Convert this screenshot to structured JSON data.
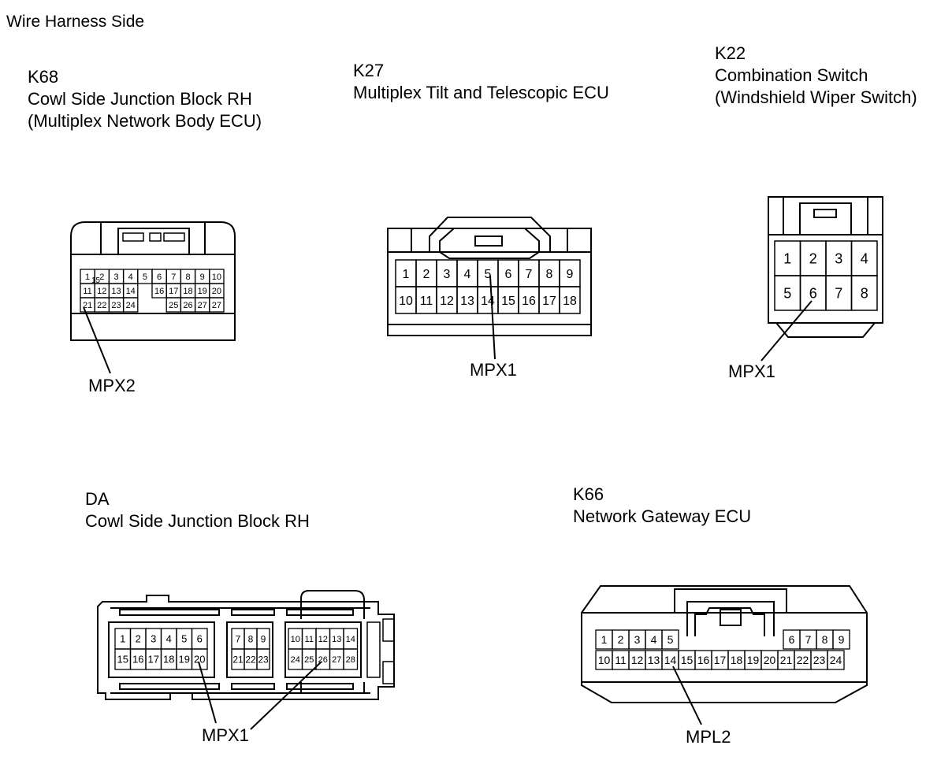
{
  "page_title": "Wire Harness Side",
  "connectors": [
    {
      "id": "K68",
      "name": "Cowl Side Junction Block RH",
      "subname": "(Multiplex Network Body ECU)",
      "callout": "MPX2",
      "pins_row1": [
        "1",
        "2",
        "3",
        "4",
        "5",
        "6",
        "7",
        "8",
        "9",
        "10"
      ],
      "pins_row2": [
        "11",
        "12",
        "13",
        "14",
        "16",
        "17",
        "18",
        "19",
        "20"
      ],
      "pins_row3": [
        "21",
        "22",
        "23",
        "24",
        "25",
        "26",
        "27",
        "27"
      ],
      "extra_pin": "15"
    },
    {
      "id": "K27",
      "name": "Multiplex Tilt and Telescopic ECU",
      "callout": "MPX1",
      "pins_row1": [
        "1",
        "2",
        "3",
        "4",
        "5",
        "6",
        "7",
        "8",
        "9"
      ],
      "pins_row2": [
        "10",
        "11",
        "12",
        "13",
        "14",
        "15",
        "16",
        "17",
        "18"
      ]
    },
    {
      "id": "K22",
      "name": "Combination Switch",
      "subname": "(Windshield Wiper Switch)",
      "callout": "MPX1",
      "pins_row1": [
        "1",
        "2",
        "3",
        "4"
      ],
      "pins_row2": [
        "5",
        "6",
        "7",
        "8"
      ]
    },
    {
      "id": "DA",
      "name": "Cowl Side Junction Block RH",
      "callout": "MPX1",
      "group1_row1": [
        "1",
        "2",
        "3",
        "4",
        "5",
        "6"
      ],
      "group1_row2": [
        "15",
        "16",
        "17",
        "18",
        "19",
        "20"
      ],
      "group2_row1": [
        "7",
        "8",
        "9"
      ],
      "group2_row2": [
        "21",
        "22",
        "23"
      ],
      "group3_row1": [
        "10",
        "11",
        "12",
        "13",
        "14"
      ],
      "group3_row2": [
        "24",
        "25",
        "26",
        "27",
        "28"
      ]
    },
    {
      "id": "K66",
      "name": "Network Gateway ECU",
      "callout": "MPL2",
      "pins_row1a": [
        "1",
        "2",
        "3",
        "4",
        "5"
      ],
      "pins_row1b": [
        "6",
        "7",
        "8",
        "9"
      ],
      "pins_row2": [
        "10",
        "11",
        "12",
        "13",
        "14",
        "15",
        "16",
        "17",
        "18",
        "19",
        "20",
        "21",
        "22",
        "23",
        "24"
      ]
    }
  ]
}
